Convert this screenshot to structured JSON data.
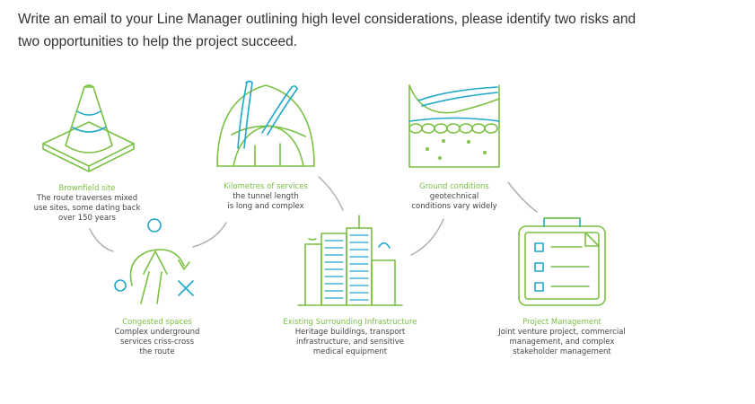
{
  "prompt": {
    "line1": "Write an email to your Line Manager outlining high level considerations, please identify two risks and",
    "line2": "two opportunities to help the project succeed."
  },
  "colors": {
    "green": "#7ac143",
    "blue": "#1fa8c9",
    "gray": "#b0b0b0",
    "text": "#333333"
  },
  "items": [
    {
      "icon": "traffic-cone-icon",
      "title": "Brownfield site",
      "lines": [
        "The route traverses mixed",
        "use sites, some dating back",
        "over 150 years"
      ]
    },
    {
      "icon": "tunnel-cables-icon",
      "title": "Kilometres of services",
      "lines": [
        "the tunnel length",
        "is long and complex"
      ]
    },
    {
      "icon": "ground-layers-icon",
      "title": "Ground conditions",
      "lines": [
        "geotechnical",
        "conditions vary widely"
      ]
    },
    {
      "icon": "route-arrows-icon",
      "title": "Congested spaces",
      "lines": [
        "Complex underground",
        "services criss-cross",
        "the route"
      ]
    },
    {
      "icon": "buildings-icon",
      "title": "Existing Surrounding Infrastructure",
      "lines": [
        "Heritage buildings, transport",
        "infrastructure, and sensitive",
        "medical equipment"
      ]
    },
    {
      "icon": "clipboard-checklist-icon",
      "title": "Project Management",
      "lines": [
        "Joint venture project, commercial",
        "management, and complex",
        "stakeholder management"
      ]
    }
  ]
}
